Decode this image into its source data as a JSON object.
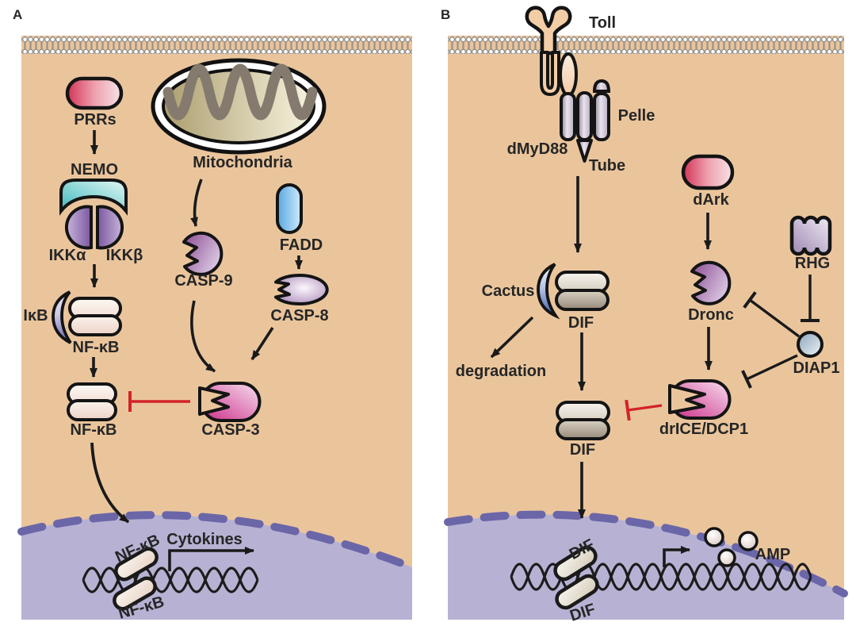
{
  "figure": {
    "panel_a_letter": "A",
    "panel_b_letter": "B"
  },
  "panel_a": {
    "prrs": "PRRs",
    "nemo": "NEMO",
    "ikk_alpha": "IKKα",
    "ikk_beta": "IKKβ",
    "ikb": "IκB",
    "nfkb_complex": "NF-κB",
    "nfkb_free": "NF-κB",
    "mitochondria": "Mitochondria",
    "casp9": "CASP-9",
    "fadd": "FADD",
    "casp8": "CASP-8",
    "casp3": "CASP-3",
    "nfkb_nucleus_top": "NF-κB",
    "nfkb_nucleus_bottom": "NF-κB",
    "cytokines": "Cytokines"
  },
  "panel_b": {
    "toll": "Toll",
    "pelle": "Pelle",
    "dmyd88": "dMyD88",
    "tube": "Tube",
    "cactus": "Cactus",
    "dif_complex": "DIF",
    "degradation": "degradation",
    "dif_free": "DIF",
    "dark": "dArk",
    "dronc": "Dronc",
    "rhg": "RHG",
    "diap1": "DIAP1",
    "drice_dcp1": "drICE/DCP1",
    "dif_nucleus_top": "DIF",
    "dif_nucleus_bottom": "DIF",
    "amp": "AMP"
  },
  "colors": {
    "cytoplasm_tan": "#eac59c",
    "nucleus_fill": "#b7b2d3",
    "nucleus_border": "#6b66a8",
    "inhibition_red": "#d2232a",
    "outline_black": "#1a1a1a",
    "caspase_magenta": "#cb2d88",
    "caspase_purple": "#8a4c93",
    "receptor_red": "#d23558",
    "nemo_teal": "#3fb9bd",
    "fadd_blue": "#59a8e2"
  }
}
